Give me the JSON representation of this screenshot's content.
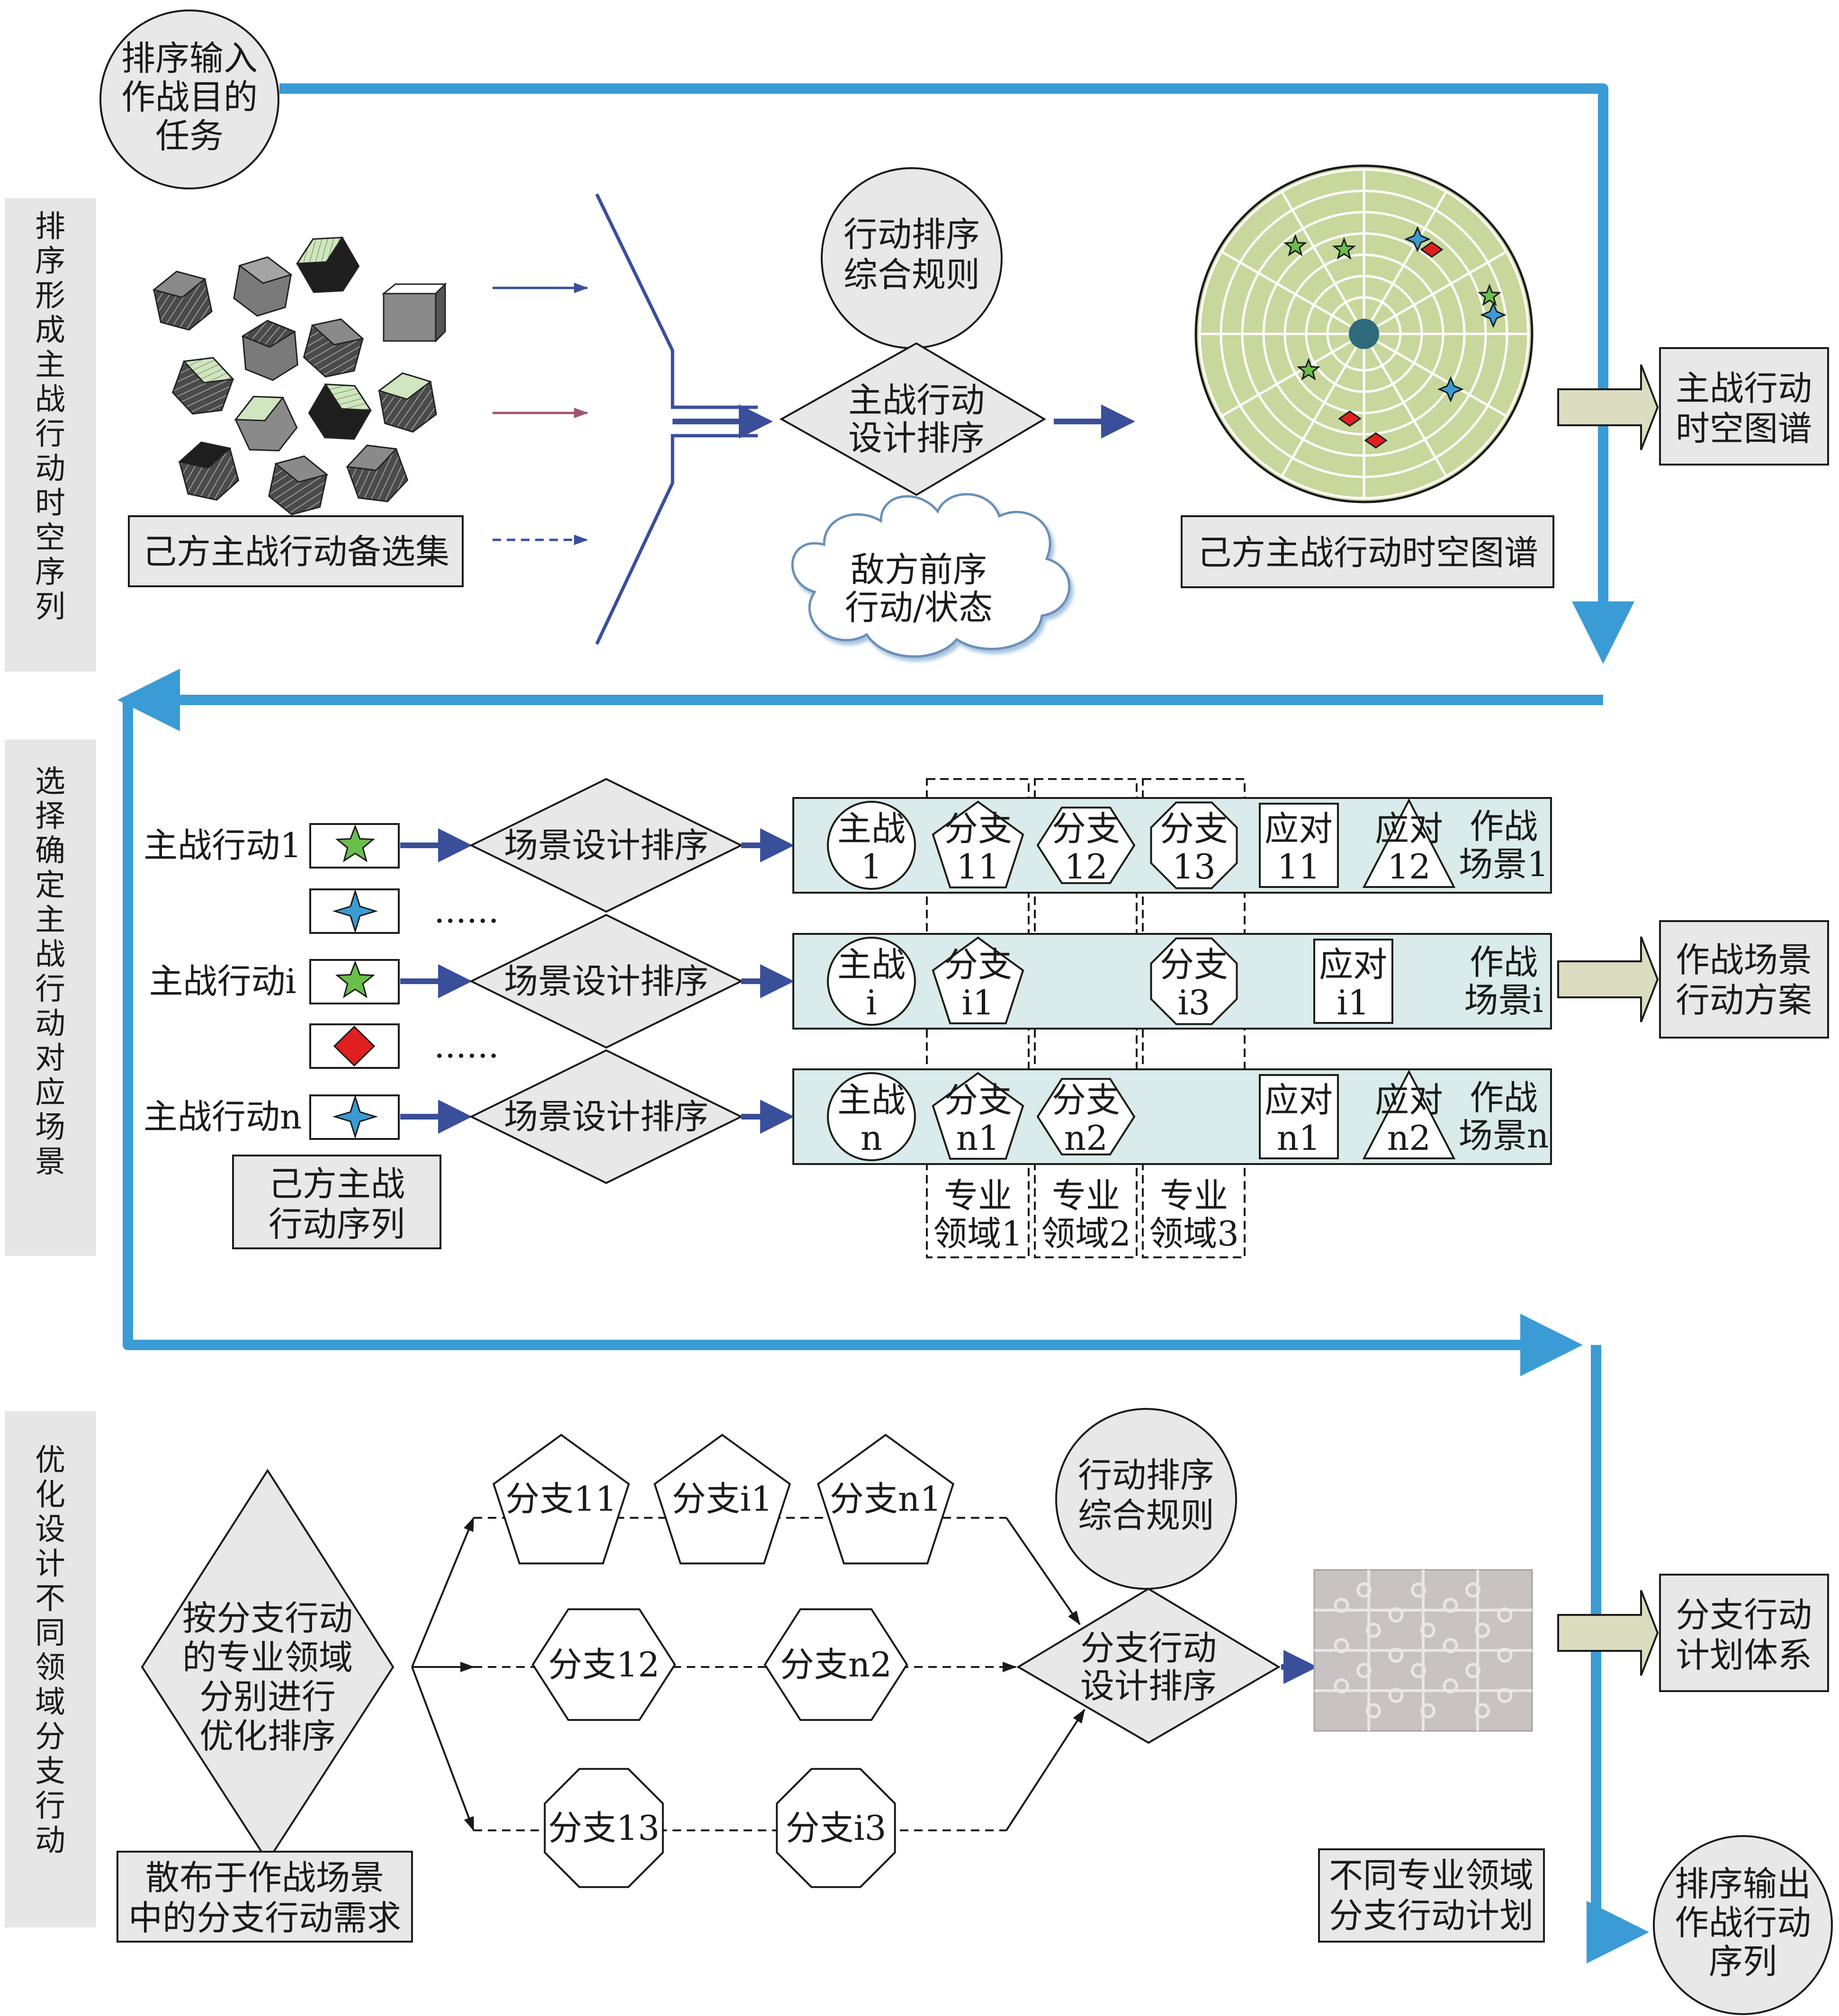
{
  "start_node": {
    "lines": [
      "排序输入",
      "作战目的",
      "任务"
    ]
  },
  "end_node": {
    "lines": [
      "排序输出",
      "作战行动",
      "序列"
    ]
  },
  "stages": [
    {
      "label": "排序形成主战行动时空序列"
    },
    {
      "label": "选择确定主战行动对应场景"
    },
    {
      "label": "优化设计不同领域分支行动"
    }
  ],
  "stage1": {
    "candidate_set_label": "己方主战行动备选集",
    "rules_circle": [
      "行动排序",
      "综合规则"
    ],
    "design_diamond": [
      "主战行动",
      "设计排序"
    ],
    "enemy_cloud": [
      "敌方前序",
      "行动/状态"
    ],
    "map_label": "己方主战行动时空图谱",
    "output_label": [
      "主战行动",
      "时空图谱"
    ]
  },
  "stage2": {
    "rows": [
      {
        "action": "主战行动1",
        "diamond": "场景设计排序",
        "main_node": [
          "主战",
          "1"
        ],
        "branches": [
          [
            "分支",
            "11"
          ],
          [
            "分支",
            "12"
          ],
          [
            "分支",
            "13"
          ]
        ],
        "responses": [
          [
            "应对",
            "11"
          ],
          [
            "应对",
            "12"
          ]
        ],
        "scene": [
          "作战",
          "场景1"
        ]
      },
      {
        "action": "主战行动i",
        "diamond": "场景设计排序",
        "main_node": [
          "主战",
          "i"
        ],
        "branches": [
          [
            "分支",
            "i1"
          ],
          null,
          [
            "分支",
            "i3"
          ]
        ],
        "responses": [
          [
            "应对",
            "i1"
          ]
        ],
        "scene": [
          "作战",
          "场景i"
        ]
      },
      {
        "action": "主战行动n",
        "diamond": "场景设计排序",
        "main_node": [
          "主战",
          "n"
        ],
        "branches": [
          [
            "分支",
            "n1"
          ],
          [
            "分支",
            "n2"
          ],
          null
        ],
        "responses": [
          [
            "应对",
            "n1"
          ],
          [
            "应对",
            "n2"
          ]
        ],
        "scene": [
          "作战",
          "场景n"
        ]
      }
    ],
    "ellipsis": "......",
    "sequence_label": [
      "己方主战",
      "行动序列"
    ],
    "domains": [
      [
        "专业",
        "领域1"
      ],
      [
        "专业",
        "领域2"
      ],
      [
        "专业",
        "领域3"
      ]
    ],
    "output_label": [
      "作战场景",
      "行动方案"
    ]
  },
  "stage3": {
    "big_diamond": [
      "按分支行动",
      "的专业领域",
      "分别进行",
      "优化排序"
    ],
    "demand_label": [
      "散布于作战场景",
      "中的分支行动需求"
    ],
    "rules_circle": [
      "行动排序",
      "综合规则"
    ],
    "branch_diamond": [
      "分支行动",
      "设计排序"
    ],
    "pentagons": [
      "分支11",
      "分支i1",
      "分支n1"
    ],
    "hexagons": [
      "分支12",
      "分支n2"
    ],
    "octagons": [
      "分支13",
      "分支i3"
    ],
    "plan_label": [
      "不同专业领域",
      "分支行动计划"
    ],
    "output_label": [
      "分支行动",
      "计划体系"
    ]
  },
  "colors": {
    "main_flow": "#3a9bd5",
    "sidebar_bg": "#e6e6e6",
    "shape_fill": "#e8e8e8",
    "scene_fill": "#d9ebea",
    "map_fill": "#c8d79c",
    "output_arrow": "#dcdcc0",
    "dark_arrow": "#3a4f9a"
  }
}
